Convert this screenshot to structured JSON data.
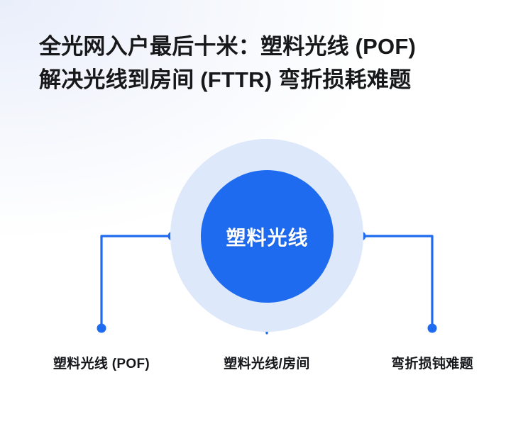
{
  "page": {
    "background_color": "#ffffff",
    "accent_color": "#1f6bf0",
    "ring_color": "#dde8fa",
    "text_color": "#17181a"
  },
  "title": {
    "line1": "全光网入户最后十米：塑料光线 (POF)",
    "line2": "解决光线到房间 (FTTR) 弯折损耗难题"
  },
  "diagram": {
    "center_node": {
      "label": "塑料光线",
      "fill_color": "#1f6bf0",
      "text_color": "#ffffff",
      "ring_color": "#dde8fa"
    },
    "branches": [
      {
        "id": "left",
        "label": "塑料光线 (POF)",
        "dot_color": "#1f6bf0"
      },
      {
        "id": "middle",
        "label": "塑料光线/房间",
        "dot_color": "#1f6bf0"
      },
      {
        "id": "right",
        "label": "弯折损钝难题",
        "dot_color": "#1f6bf0"
      }
    ]
  }
}
